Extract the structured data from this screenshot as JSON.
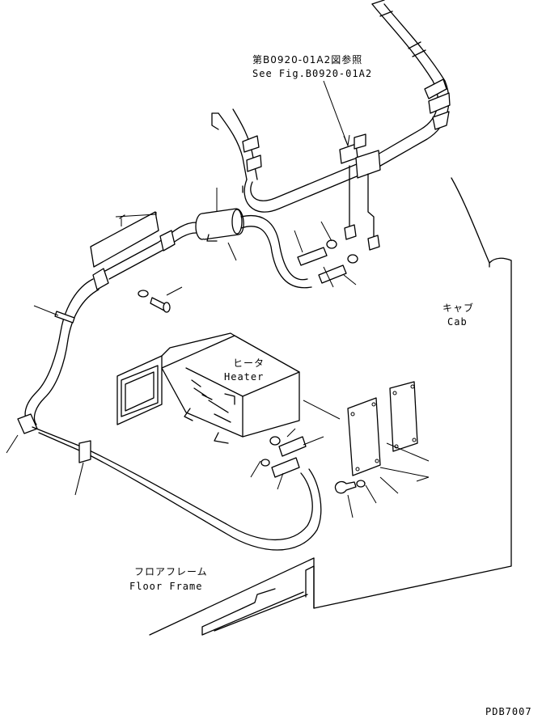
{
  "labels": {
    "ref_jp": "第B0920-01A2図参照",
    "ref_en": "See Fig.B0920-01A2",
    "cab_jp": "キャブ",
    "cab_en": "Cab",
    "heater_jp": "ヒータ",
    "heater_en": "Heater",
    "floor_jp": "フロアフレーム",
    "floor_en": "Floor Frame",
    "drawing_id": "PDB7007"
  }
}
